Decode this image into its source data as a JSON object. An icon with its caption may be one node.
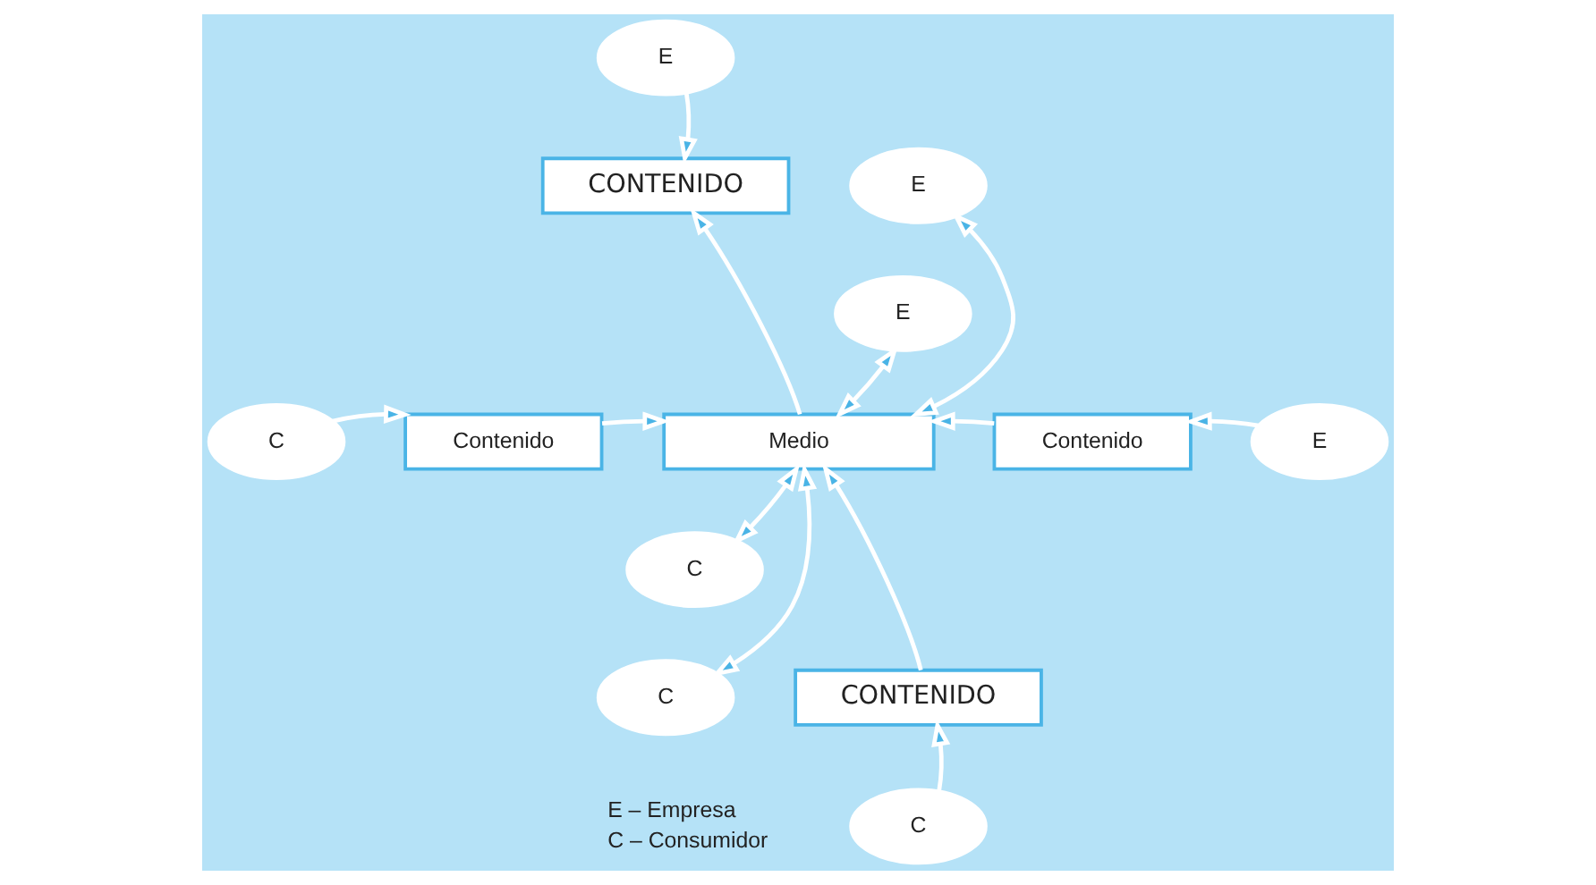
{
  "diagram": {
    "nodes": [
      {
        "text": [
          "E"
        ]
      },
      {
        "text": [
          "CONTENIDO"
        ]
      },
      {
        "text": [
          "E"
        ]
      },
      {
        "text": [
          "E"
        ]
      },
      {
        "text": [
          "C"
        ]
      },
      {
        "text": [
          "Contenido"
        ]
      },
      {
        "text": [
          "Medio"
        ]
      },
      {
        "text": [
          "Contenido"
        ]
      },
      {
        "text": [
          "E"
        ]
      },
      {
        "text": [
          "C"
        ]
      },
      {
        "text": [
          "C"
        ]
      },
      {
        "text": [
          "CONTENIDO"
        ]
      },
      {
        "text": [
          "C"
        ]
      }
    ],
    "edges": [
      {
        "from": 0,
        "to": 1,
        "arrow": "to"
      },
      {
        "from": 6,
        "to": 1,
        "arrow": "to"
      },
      {
        "from": 2,
        "to": 6,
        "arrow": "both"
      },
      {
        "from": 3,
        "to": 6,
        "arrow": "both"
      },
      {
        "from": 4,
        "to": 5,
        "arrow": "to"
      },
      {
        "from": 5,
        "to": 6,
        "arrow": "to"
      },
      {
        "from": 7,
        "to": 6,
        "arrow": "to"
      },
      {
        "from": 8,
        "to": 7,
        "arrow": "to"
      },
      {
        "from": 9,
        "to": 6,
        "arrow": "both"
      },
      {
        "from": 10,
        "to": 6,
        "arrow": "both"
      },
      {
        "from": 11,
        "to": 6,
        "arrow": "to"
      },
      {
        "from": 12,
        "to": 11,
        "arrow": "to"
      }
    ],
    "labels": [
      "E – Empresa",
      "C – Consumidor"
    ]
  }
}
